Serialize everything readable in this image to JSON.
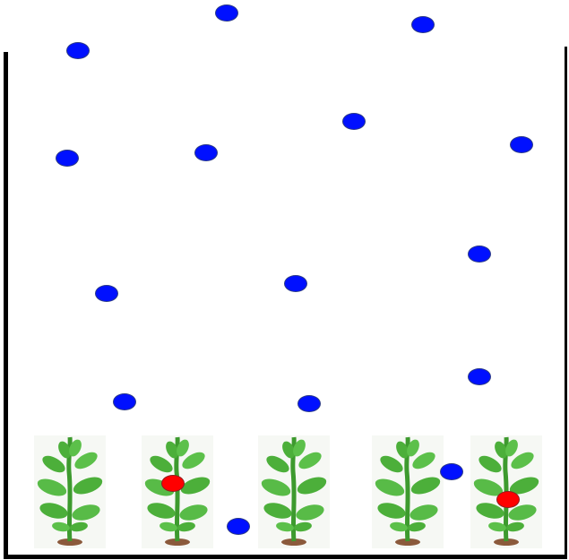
{
  "scene": {
    "plants": [
      {
        "name": "plant-1"
      },
      {
        "name": "plant-2"
      },
      {
        "name": "plant-3"
      },
      {
        "name": "plant-4"
      },
      {
        "name": "plant-5"
      }
    ],
    "balls": [
      {
        "color": "blue"
      },
      {
        "color": "blue"
      },
      {
        "color": "blue"
      },
      {
        "color": "blue"
      },
      {
        "color": "blue"
      },
      {
        "color": "blue"
      },
      {
        "color": "blue"
      },
      {
        "color": "blue"
      },
      {
        "color": "blue"
      },
      {
        "color": "blue"
      },
      {
        "color": "blue"
      },
      {
        "color": "blue"
      },
      {
        "color": "blue"
      },
      {
        "color": "blue"
      },
      {
        "color": "blue"
      },
      {
        "color": "red"
      },
      {
        "color": "red"
      }
    ],
    "colors": {
      "ball_blue": "#0010ff",
      "ball_red": "#ff0000",
      "leaf": "#4caf3a",
      "soil": "#8b5a3c",
      "wall": "#000000"
    }
  }
}
